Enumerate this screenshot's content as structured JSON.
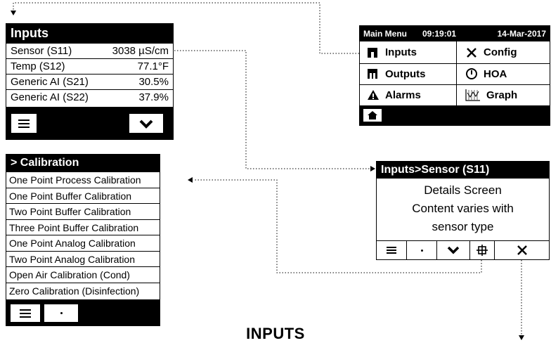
{
  "inputs_panel": {
    "title": "Inputs",
    "rows": [
      {
        "label": "Sensor (S11)",
        "value": "3038 µS/cm"
      },
      {
        "label": "Temp (S12)",
        "value": "77.1°F"
      },
      {
        "label": "Generic AI (S21)",
        "value": "30.5%"
      },
      {
        "label": "Generic AI (S22)",
        "value": "37.9%"
      }
    ]
  },
  "calibration_panel": {
    "title": "> Calibration",
    "items": [
      "One Point Process Calibration",
      "One Point Buffer Calibration",
      "Two Point Buffer Calibration",
      "Three Point Buffer Calibration",
      "One Point Analog Calibration",
      "Two Point Analog Calibration",
      "Open Air Calibration (Cond)",
      "Zero Calibration (Disinfection)"
    ]
  },
  "main_menu": {
    "title": "Main Menu",
    "time": "09:19:01",
    "date": "14-Mar-2017",
    "items": {
      "inputs": "Inputs",
      "config": "Config",
      "outputs": "Outputs",
      "hoa": "HOA",
      "alarms": "Alarms",
      "graph": "Graph"
    }
  },
  "details_panel": {
    "title": "Inputs>Sensor (S11)",
    "lines": [
      "Details Screen",
      "Content varies with",
      "sensor type"
    ]
  },
  "page_title": "INPUTS",
  "icons": [
    "menu-icon",
    "chevron-down-icon",
    "dot-icon",
    "crosshair-icon",
    "tools-icon",
    "home-icon",
    "inputs-icon",
    "outputs-icon",
    "alarm-icon",
    "hoa-icon",
    "graph-icon"
  ]
}
